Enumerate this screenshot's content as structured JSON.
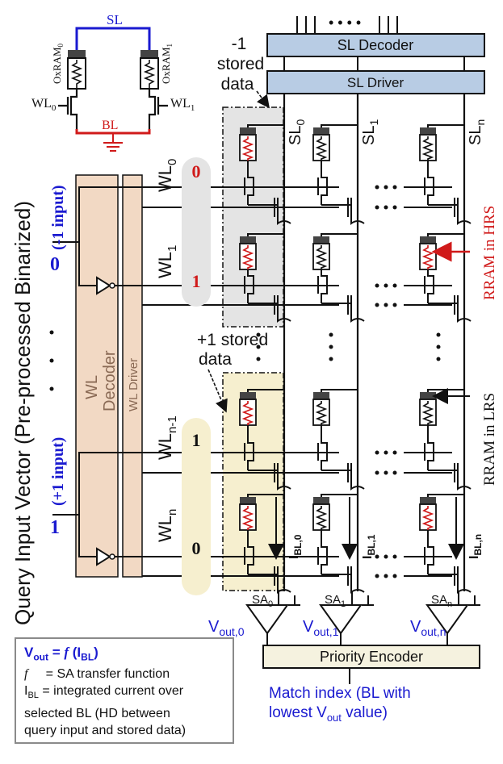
{
  "inset": {
    "sl": "SL",
    "bl": "BL",
    "oxram0": "OxRAM",
    "oxram0_sub": "0",
    "oxram1": "OxRAM",
    "oxram1_sub": "1",
    "wl0": "WL",
    "wl0_sub": "0",
    "wl1": "WL",
    "wl1_sub": "1"
  },
  "sl_decoder": "SL Decoder",
  "sl_driver": "SL Driver",
  "neg_stored": [
    "-1",
    "stored",
    "data"
  ],
  "pos_stored": [
    "+1 stored",
    "data"
  ],
  "sl_labels": [
    {
      "main": "SL",
      "sub": "0"
    },
    {
      "main": "SL",
      "sub": "1"
    },
    {
      "main": "SL",
      "sub": "n"
    }
  ],
  "wl_labels": [
    {
      "main": "WL",
      "sub": "0"
    },
    {
      "main": "WL",
      "sub": "1"
    },
    {
      "main": "WL",
      "sub": "n-1"
    },
    {
      "main": "WL",
      "sub": "n"
    }
  ],
  "wl_values": [
    "0",
    "1",
    "1",
    "0"
  ],
  "minus_one_input": "(-1 input)",
  "plus_one_input": "(+1 input)",
  "input_zero": "0",
  "input_one": "1",
  "wl_decoder": [
    "WL",
    "Decoder"
  ],
  "wl_driver": "WL Driver",
  "query_label": "Query Input Vector (Pre-processed Binarized)",
  "rram_hrs": "RRAM in HRS",
  "rram_lrs": "RRAM in LRS",
  "ibl_labels": [
    {
      "main": "I",
      "sub": "BL,0"
    },
    {
      "main": "I",
      "sub": "BL,1"
    },
    {
      "main": "I",
      "sub": "BL,n"
    }
  ],
  "sa_labels": [
    {
      "main": "SA",
      "sub": "0"
    },
    {
      "main": "SA",
      "sub": "1"
    },
    {
      "main": "SA",
      "sub": "n"
    }
  ],
  "vout_labels": [
    {
      "main": "V",
      "sub": "out,0"
    },
    {
      "main": "V",
      "sub": "out,1"
    },
    {
      "main": "V",
      "sub": "out,n"
    }
  ],
  "priority_encoder": "Priority Encoder",
  "match_index": {
    "line1": "Match index (BL with",
    "line2_pre": "lowest V",
    "line2_sub": "out",
    "line2_post": " value)"
  },
  "legend": {
    "line1_v": "V",
    "line1_vsub": "out",
    "line1_eq": " = ",
    "line1_f": "f",
    "line1_i": " (I",
    "line1_isub": "BL",
    "line1_close": ")",
    "line2_f": "f",
    "line2_rest": "     = SA transfer function",
    "line3_i": "I",
    "line3_isub": "BL",
    "line3_rest": " = integrated current over",
    "line4": "selected BL (HD between",
    "line5": "query input and stored data)"
  },
  "colors": {
    "blue_text": "#1a1ad0",
    "red_text": "#d01a1a",
    "sl_wire": "#1a1ad0",
    "bl_wire": "#d01a1a",
    "decoder_fill": "#b8cce4",
    "wl_block_fill": "#f2d9c4",
    "neg_box_fill": "#e4e4e4",
    "pos_box_fill": "#f6efcf",
    "encoder_fill": "#f5f2df"
  }
}
